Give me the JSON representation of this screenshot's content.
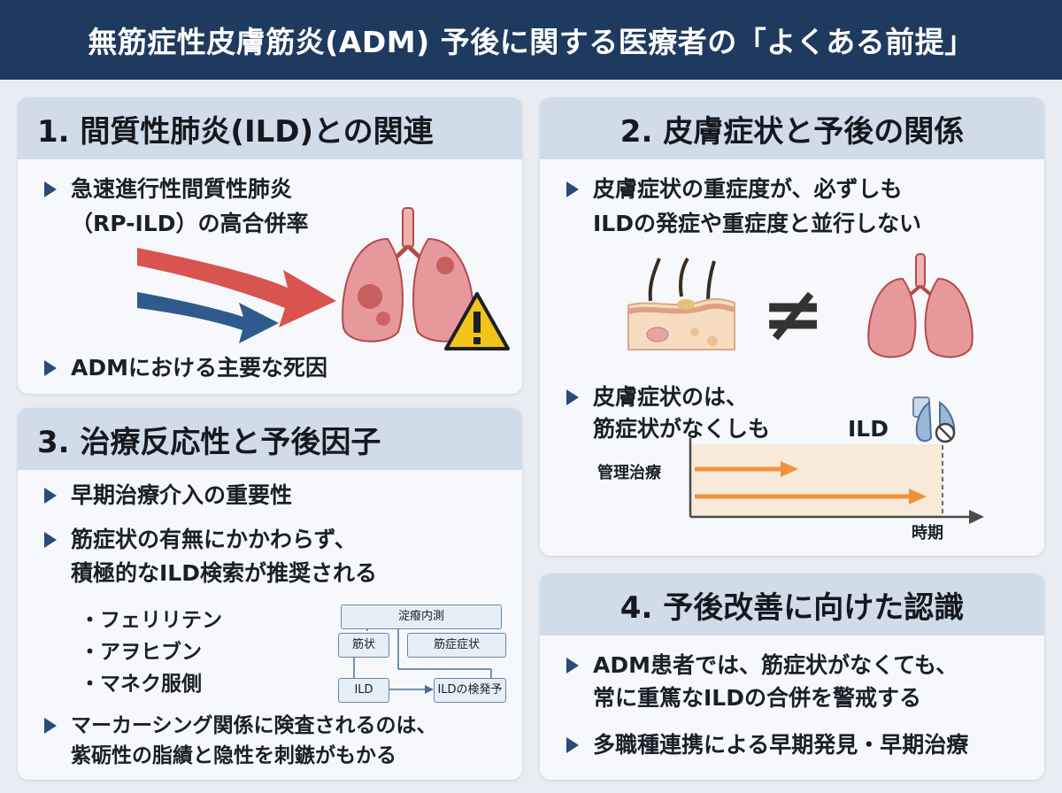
{
  "title": "無筋症性皮膚筋炎(ADM) 予後に関する医療者の「よくある前提」",
  "sections": [
    {
      "heading": "1. 間質性肺炎(ILD)との関連",
      "bullets": [
        "急速進行性間質性肺炎",
        "（RP-ILD）の高合併率",
        "ADMにおける主要な死因"
      ]
    },
    {
      "heading": "2. 皮膚症状と予後の関係",
      "bullets": [
        "皮膚症状の重症度が、必ずしも",
        "ILDの発症や重症度と並行しない",
        "皮膚症状のは、",
        "筋症状がなくしも",
        "ILD"
      ],
      "not_equal": "≠",
      "chart": {
        "ylabel": "管理治療",
        "xlabel": "時期"
      }
    },
    {
      "heading": "3. 治療反応性と予後因子",
      "bullets": [
        "早期治療介入の重要性",
        "筋症状の有無にかかわらず、",
        "積極的なILD検索が推奨される",
        "マーカーシング関係に険査されるのは、",
        "紫砺性の脂績と隐性を刺鏃がもかる"
      ],
      "markers": [
        "・フェリリテン",
        "・アヲヒブン",
        "・マネク服側"
      ],
      "flow": {
        "top": "淀癈内測",
        "left": "筋状",
        "right": "筋症症状",
        "bottom_left": "ILD",
        "bottom_right": "ILDの検発予"
      }
    },
    {
      "heading": "4. 予後改善に向けた認識",
      "bullets": [
        "ADM患者では、筋症状がなくても、",
        "常に重篤なILDの合併を警戒する",
        "多職種連携による早期発見・早期治療"
      ]
    }
  ],
  "colors": {
    "title_bg": "#1f3a5f",
    "card_header": "#d0dce9",
    "bullet_marker": "#2a4a78",
    "arrow_red": "#d9534f",
    "arrow_blue": "#2f5a8c",
    "timeline_arrow": "#f0913a",
    "warning": "#f2c318"
  },
  "icons": [
    "lungs-icon",
    "warning-icon",
    "skin-icon",
    "not-equal-icon",
    "lungs-icon",
    "lung-prohibit-icon"
  ]
}
